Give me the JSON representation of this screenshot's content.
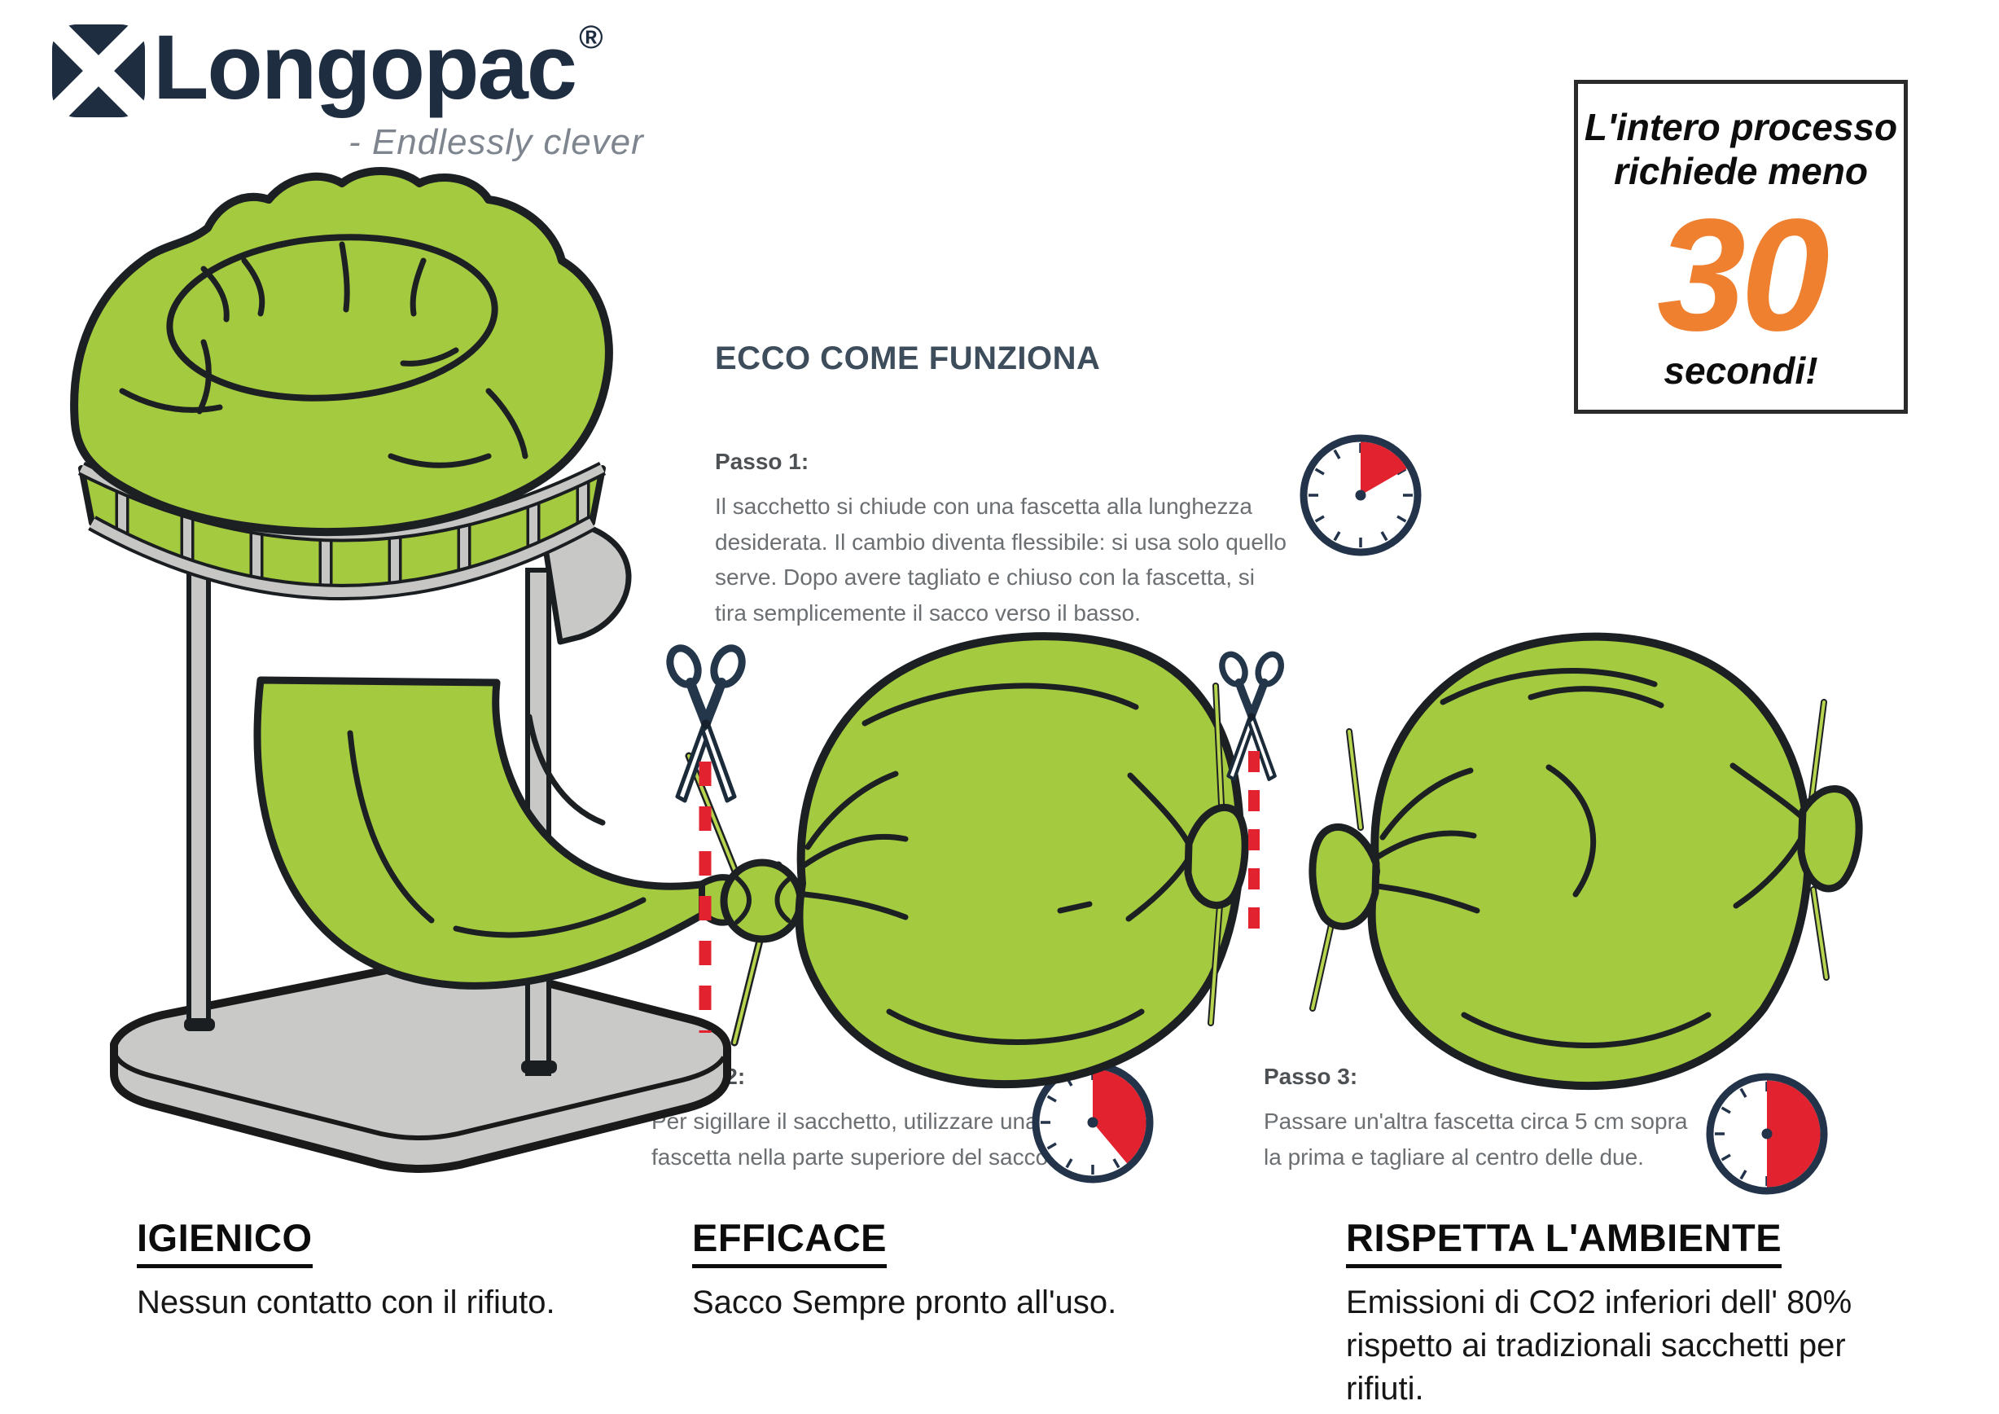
{
  "logo": {
    "brand": "Longopac",
    "registered": "®",
    "tagline": "- Endlessly clever"
  },
  "seconds_box": {
    "line1": "L'intero processo",
    "line2": "richiede meno",
    "number": "30",
    "line3": "secondi!"
  },
  "how_it_works": {
    "heading": "ECCO COME FUNZIONA"
  },
  "steps": [
    {
      "label": "Passo 1:",
      "text": "Il sacchetto si chiude con una fascetta alla lunghezza desiderata. Il cambio diventa flessibile: si usa solo quello serve. Dopo avere tagliato e chiuso con la fascetta, si tira semplicemente il sacco verso il basso.",
      "clock_fraction_deg": 60
    },
    {
      "label": "Passo 2:",
      "text": "Per sigillare il sacchetto, utilizzare una fascetta nella parte superiore del sacco.",
      "clock_fraction_deg": 140
    },
    {
      "label": "Passo 3:",
      "text": "Passare un'altra fascetta circa 5 cm sopra la prima e tagliare al centro delle due.",
      "clock_fraction_deg": 180
    }
  ],
  "benefits": [
    {
      "title": "IGIENICO",
      "text": "Nessun contatto con il rifiuto."
    },
    {
      "title": "EFFICACE",
      "text": "Sacco Sempre pronto all'uso."
    },
    {
      "title": "RISPETTA L'AMBIENTE",
      "text": "Emissioni di CO2 inferiori dell' 80% rispetto ai tradizionali sacchetti per rifiuti."
    }
  ],
  "icons": [
    "longopac-x-icon",
    "scissors-icon",
    "clock-icon",
    "cut-line"
  ],
  "colors": {
    "bag_green": "#a4ca3f",
    "tie_green": "#b6d44e",
    "outline_dark": "#1d2023",
    "stand_gray": "#c8c8c6",
    "clock_navy": "#22334a",
    "accent_red": "#e3222f",
    "orange_30": "#ee8030",
    "heading_slate": "#3e4d5c",
    "logo_navy": "#1f2d40",
    "body_gray": "#6b6f72"
  }
}
